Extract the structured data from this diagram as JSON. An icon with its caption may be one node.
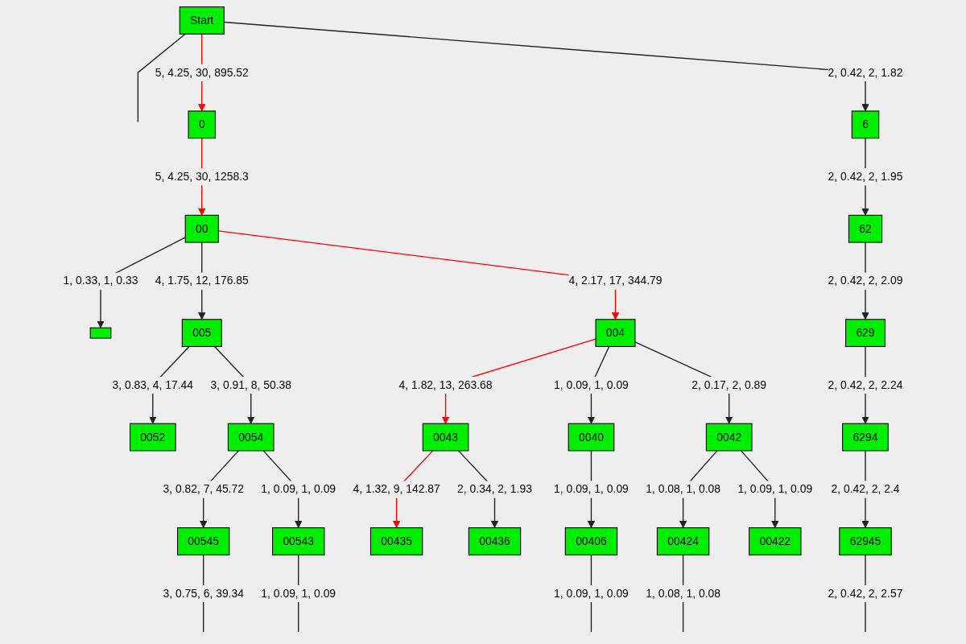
{
  "diagram": {
    "nodes": [
      {
        "text": [
          "Start"
        ]
      },
      {
        "text": [
          "0"
        ]
      },
      {
        "text": [
          "6"
        ]
      },
      {
        "text": [
          "00"
        ]
      },
      {
        "text": [
          "62"
        ]
      },
      {
        "text": [],
        "shape": "box"
      },
      {
        "text": [
          "005"
        ]
      },
      {
        "text": [
          "004"
        ]
      },
      {
        "text": [
          "629"
        ]
      },
      {
        "text": [
          "0052"
        ]
      },
      {
        "text": [
          "0054"
        ]
      },
      {
        "text": [
          "0043"
        ]
      },
      {
        "text": [
          "0040"
        ]
      },
      {
        "text": [
          "0042"
        ]
      },
      {
        "text": [
          "6294"
        ]
      },
      {
        "text": [
          "00545"
        ]
      },
      {
        "text": [
          "00543"
        ]
      },
      {
        "text": [
          "00435"
        ]
      },
      {
        "text": [
          "00436"
        ]
      },
      {
        "text": [
          "00406"
        ]
      },
      {
        "text": [
          "00424"
        ]
      },
      {
        "text": [
          "00422"
        ]
      },
      {
        "text": [
          "62945"
        ]
      }
    ],
    "edges": [
      {
        "from": 0,
        "to": null,
        "arrow": "none"
      },
      {
        "from": 0,
        "to": 1,
        "arrow": "to",
        "label": "5, 4.25, 30, 895.52",
        "color": "#ff0000"
      },
      {
        "from": 0,
        "to": 2,
        "arrow": "to",
        "label": "2, 0.42, 2, 1.82"
      },
      {
        "from": 1,
        "to": 3,
        "arrow": "to",
        "label": "5, 4.25, 30, 1258.3",
        "color": "#ff0000"
      },
      {
        "from": 2,
        "to": 4,
        "arrow": "to",
        "label": "2, 0.42, 2, 1.95"
      },
      {
        "from": 3,
        "to": 5,
        "arrow": "to",
        "label": "1, 0.33, 1, 0.33"
      },
      {
        "from": 3,
        "to": 6,
        "arrow": "to",
        "label": "4, 1.75, 12, 176.85"
      },
      {
        "from": 3,
        "to": 7,
        "arrow": "to",
        "label": "4, 2.17, 17, 344.79",
        "color": "#ff0000"
      },
      {
        "from": 4,
        "to": 8,
        "arrow": "to",
        "label": "2, 0.42, 2, 2.09"
      },
      {
        "from": 6,
        "to": 9,
        "arrow": "to",
        "label": "3, 0.83, 4, 17.44"
      },
      {
        "from": 6,
        "to": 10,
        "arrow": "to",
        "label": "3, 0.91, 8, 50.38"
      },
      {
        "from": 7,
        "to": 11,
        "arrow": "to",
        "label": "4, 1.82, 13, 263.68",
        "color": "#ff0000"
      },
      {
        "from": 7,
        "to": 12,
        "arrow": "to",
        "label": "1, 0.09, 1, 0.09"
      },
      {
        "from": 7,
        "to": 13,
        "arrow": "to",
        "label": "2, 0.17, 2, 0.89"
      },
      {
        "from": 8,
        "to": 14,
        "arrow": "to",
        "label": "2, 0.42, 2, 2.24"
      },
      {
        "from": 10,
        "to": 15,
        "arrow": "to",
        "label": "3, 0.82, 7, 45.72"
      },
      {
        "from": 10,
        "to": 16,
        "arrow": "to",
        "label": "1, 0.09, 1, 0.09"
      },
      {
        "from": 11,
        "to": 17,
        "arrow": "to",
        "label": "4, 1.32, 9, 142.87",
        "color": "#ff0000"
      },
      {
        "from": 11,
        "to": 18,
        "arrow": "to",
        "label": "2, 0.34, 2, 1.93"
      },
      {
        "from": 12,
        "to": 19,
        "arrow": "to",
        "label": "1, 0.09, 1, 0.09"
      },
      {
        "from": 13,
        "to": 20,
        "arrow": "to",
        "label": "1, 0.08, 1, 0.08"
      },
      {
        "from": 13,
        "to": 21,
        "arrow": "to",
        "label": "1, 0.09, 1, 0.09"
      },
      {
        "from": 14,
        "to": 22,
        "arrow": "to",
        "label": "2, 0.42, 2, 2.4"
      },
      {
        "from": 15,
        "to": null,
        "arrow": "none",
        "label": "3, 0.75, 6, 39.34"
      },
      {
        "from": 16,
        "to": null,
        "arrow": "none",
        "label": "1, 0.09, 1, 0.09"
      },
      {
        "from": 19,
        "to": null,
        "arrow": "none",
        "label": "1, 0.09, 1, 0.09"
      },
      {
        "from": 20,
        "to": null,
        "arrow": "none",
        "label": "1, 0.08, 1, 0.08"
      },
      {
        "from": 22,
        "to": null,
        "arrow": "none",
        "label": "2, 0.42, 2, 2.57"
      }
    ]
  }
}
